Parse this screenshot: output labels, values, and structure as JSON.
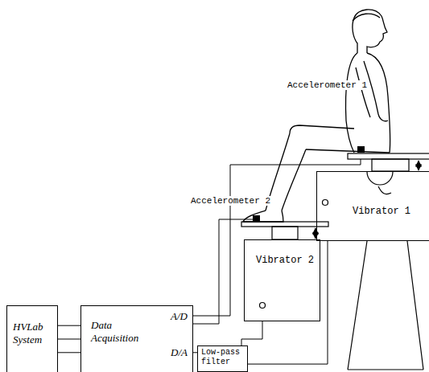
{
  "diagram": {
    "nodes": [
      {
        "text": [
          "HVLab System"
        ]
      },
      {
        "text": [
          "Data Acquisition",
          "A/D",
          "D/A"
        ]
      },
      {
        "text": [
          "Low-pass filter"
        ]
      },
      {
        "text": [
          "Vibrator 2"
        ]
      },
      {
        "text": [
          "Vibrator 1"
        ]
      }
    ],
    "edges": [
      {
        "from": 0,
        "to": 1,
        "arrow": "none"
      },
      {
        "from": 0,
        "to": 1,
        "arrow": "none"
      },
      {
        "from": 0,
        "to": 1,
        "arrow": "none"
      },
      {
        "from": 1,
        "to": 2,
        "arrow": "none"
      },
      {
        "from": 2,
        "to": 3,
        "arrow": "none"
      },
      {
        "from": 2,
        "to": 4,
        "arrow": "none"
      }
    ],
    "labels": [
      "Accelerometer 1",
      "Accelerometer 2"
    ]
  }
}
